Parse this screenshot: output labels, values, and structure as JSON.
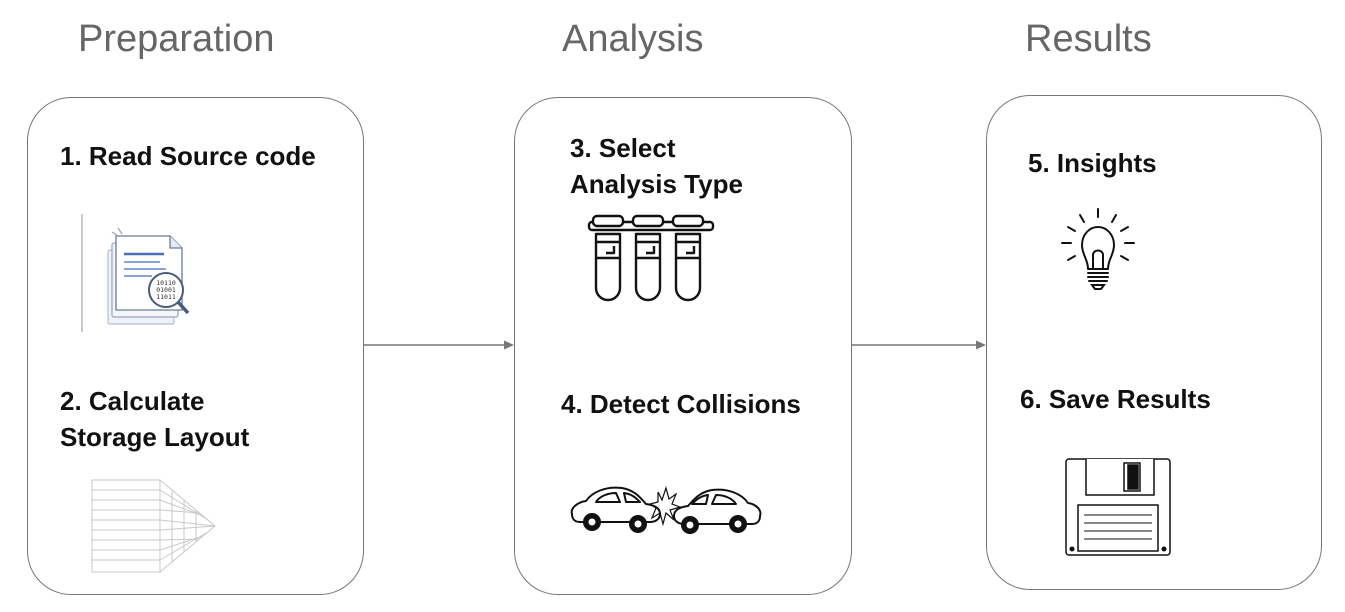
{
  "stages": [
    {
      "title": "Preparation"
    },
    {
      "title": "Analysis"
    },
    {
      "title": "Results"
    }
  ],
  "steps": [
    {
      "line1": "1. Read Source code",
      "line2": ""
    },
    {
      "line1": "2. Calculate",
      "line2": "Storage Layout"
    },
    {
      "line1": "3. Select",
      "line2": "Analysis Type"
    },
    {
      "line1": "4. Detect Collisions",
      "line2": ""
    },
    {
      "line1": "5. Insights",
      "line2": ""
    },
    {
      "line1": "6. Save Results",
      "line2": ""
    }
  ],
  "icons": {
    "step1": "document-binary-search-icon",
    "step2": "table-grid-icon",
    "step3": "filter-cartridges-icon",
    "step4": "car-collision-icon",
    "step5": "lightbulb-icon",
    "step6": "floppy-disk-icon"
  },
  "binary_text": [
    "10110",
    "01001",
    "11011"
  ],
  "colors": {
    "stage_title": "#666666",
    "panel_border": "#777777",
    "arrow": "#777777",
    "step_text": "#111111"
  }
}
